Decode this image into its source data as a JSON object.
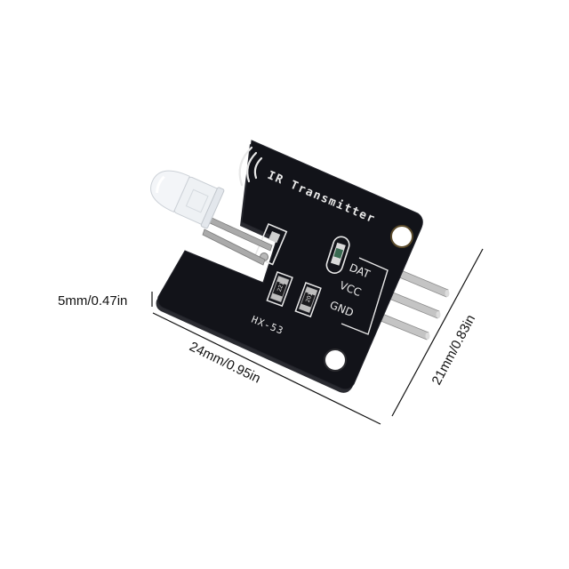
{
  "product": {
    "name": "IR Transmitter module",
    "board_title": "IR Transmitter",
    "model": "HX-53",
    "pin_labels": [
      "DAT",
      "VCC",
      "GND"
    ],
    "resistor_codes": [
      "221",
      "201"
    ],
    "colors": {
      "pcb": "#121319",
      "silkscreen": "#e8e8e8",
      "pin_metal": "#b8b8b8",
      "background": "#ffffff",
      "dimension_line": "#111111"
    }
  },
  "dimensions": {
    "height_label": "5mm/0.47in",
    "length_label": "24mm/0.95in",
    "width_label": "21mm/0.83in"
  }
}
